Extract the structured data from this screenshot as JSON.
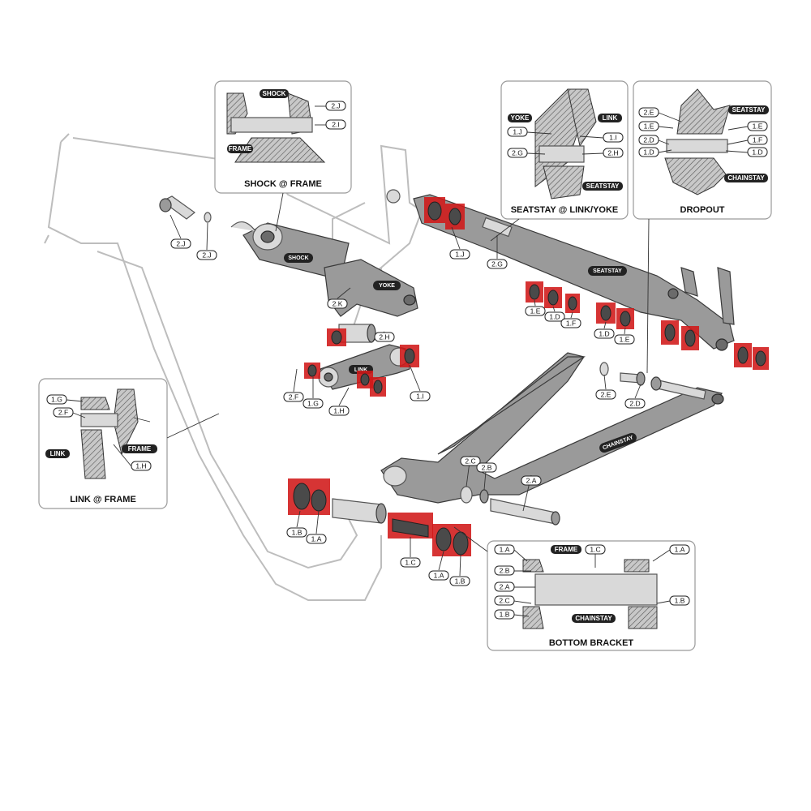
{
  "callouts": {
    "shock_frame": {
      "title": "SHOCK @ FRAME",
      "tag_shock": "SHOCK",
      "tag_frame": "FRAME",
      "label_a": "2.J",
      "label_b": "2.I"
    },
    "seatstay_link": {
      "title": "SEATSTAY @ LINK/YOKE",
      "tag_yoke": "YOKE",
      "tag_link": "LINK",
      "tag_seatstay": "SEATSTAY",
      "label_1j": "1.J",
      "label_1i": "1.I",
      "label_2g": "2.G",
      "label_2h": "2.H"
    },
    "dropout": {
      "title": "DROPOUT",
      "tag_seatstay": "SEATSTAY",
      "tag_chainstay": "CHAINSTAY",
      "label_2e": "2.E",
      "label_1e_l": "1.E",
      "label_1e_r": "1.E",
      "label_2d": "2.D",
      "label_1f": "1.F",
      "label_1d_l": "1.D",
      "label_1d_r": "1.D"
    },
    "link_frame": {
      "title": "LINK @ FRAME",
      "tag_link": "LINK",
      "tag_frame": "FRAME",
      "label_1g": "1.G",
      "label_2f": "2.F",
      "label_1h": "1.H"
    },
    "bottom_bracket": {
      "title": "BOTTOM BRACKET",
      "tag_frame": "FRAME",
      "tag_chainstay": "CHAINSTAY",
      "label_1a_l": "1.A",
      "label_1c": "1.C",
      "label_1a_r": "1.A",
      "label_2b": "2.B",
      "label_2a": "2.A",
      "label_2c": "2.C",
      "label_1b_l": "1.B",
      "label_1b_r": "1.B"
    }
  },
  "parts": {
    "shock": "SHOCK",
    "yoke": "YOKE",
    "link": "LINK",
    "seatstay": "SEATSTAY",
    "chainstay": "CHAINSTAY"
  },
  "labels": {
    "l2j": "2.J",
    "l2j_b": "2.J",
    "l2k": "2.K",
    "l1j": "1.J",
    "l2g": "2.G",
    "l1e_a": "1.E",
    "l1d_a": "1.D",
    "l1f": "1.F",
    "l1d_b": "1.D",
    "l1e_b": "1.E",
    "l2h": "2.H",
    "l1i": "1.I",
    "l2f": "2.F",
    "l1g": "1.G",
    "l1h": "1.H",
    "l2e": "2.E",
    "l2d": "2.D",
    "l2c": "2.C",
    "l2b": "2.B",
    "l2a": "2.A",
    "l1b": "1.B",
    "l1a": "1.A",
    "l1c": "1.C",
    "l1a_b": "1.A",
    "l1b_b": "1.B"
  },
  "colors": {
    "highlight": "#d01818",
    "frame_outline": "#bdbdbd",
    "part_fill": "#9a9a9a"
  }
}
